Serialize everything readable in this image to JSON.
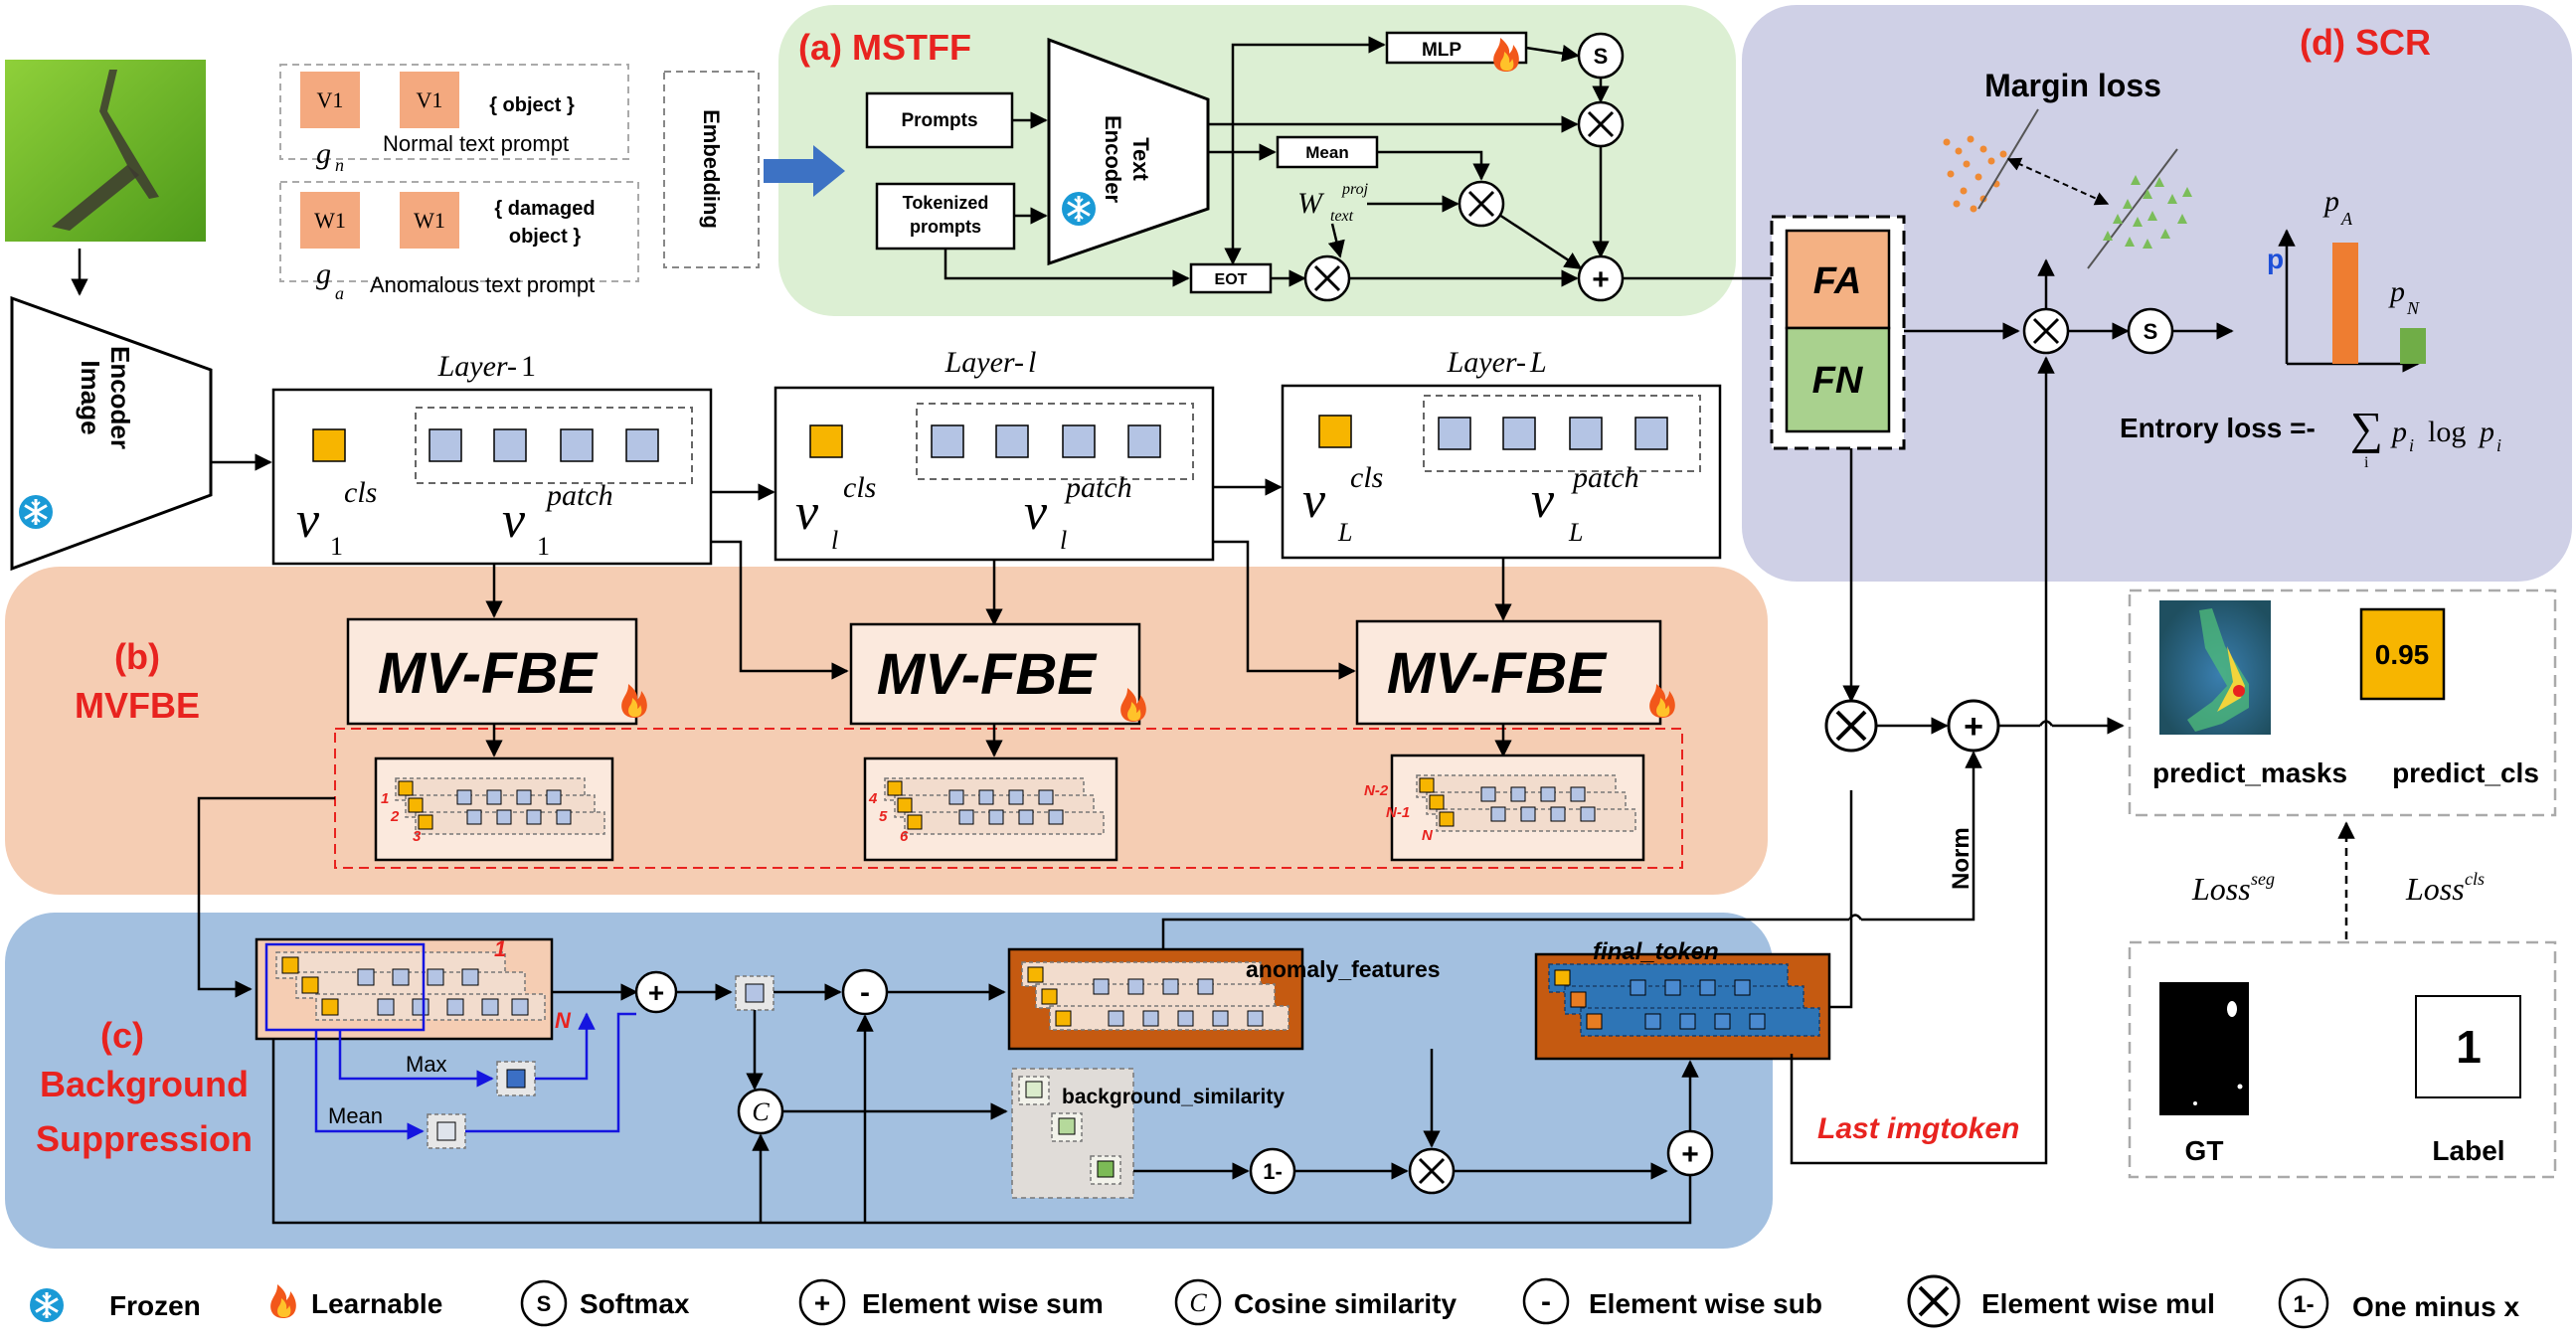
{
  "mstff": {
    "title": "(a) MSTFF",
    "prompts": "Prompts",
    "tokenized_1": "Tokenized",
    "tokenized_2": "prompts",
    "text_encoder_1": "Text",
    "text_encoder_2": "Encoder",
    "mlp": "MLP",
    "mean": "Mean",
    "eot": "EOT",
    "w": "W",
    "w_sup": "proj",
    "w_sub": "text"
  },
  "prompts": {
    "v1": "V1",
    "w1": "W1",
    "object": "{ object }",
    "damaged_1": "{ damaged",
    "damaged_2": "object }",
    "gn": "g",
    "gn_sub": "n",
    "ga": "g",
    "ga_sub": "a",
    "normal": "Normal text prompt",
    "anomalous": "Anomalous text prompt",
    "embedding": "Embedding"
  },
  "image_encoder": {
    "line1": "Image",
    "line2": "Encoder"
  },
  "layers": [
    {
      "title_a": "Layer-",
      "title_b": "1",
      "cls_sub": "1",
      "patch_sub": "1"
    },
    {
      "title_a": "Layer-",
      "title_b": "l",
      "cls_sub": "l",
      "patch_sub": "l"
    },
    {
      "title_a": "Layer-",
      "title_b": "L",
      "cls_sub": "L",
      "patch_sub": "L"
    }
  ],
  "layer_sym": {
    "v": "v",
    "cls": "cls",
    "patch": "patch"
  },
  "mvfbe": {
    "title_1": "(b)",
    "title_2": "MVFBE",
    "block": "MV-FBE",
    "idx1": [
      "1",
      "2",
      "3"
    ],
    "idx2": [
      "4",
      "5",
      "6"
    ],
    "idx3": [
      "N-2",
      "N-1",
      "N"
    ]
  },
  "bg": {
    "title_1": "(c)",
    "title_2": "Background",
    "title_3": "Suppression",
    "n1": "1",
    "nN": "N",
    "max": "Max",
    "mean": "Mean",
    "anomaly": "anomaly_features",
    "bgsim": "background_similarity",
    "final": "final_token",
    "last": "Last imgtoken",
    "norm": "Norm"
  },
  "scr": {
    "title": "(d) SCR",
    "margin": "Margin loss",
    "fa": "FA",
    "fn": "FN",
    "p": "p",
    "pA": "p",
    "pA_sub": "A",
    "pN": "p",
    "pN_sub": "N",
    "entropy": "Entrory loss =-",
    "formula_p": "p",
    "formula_i": "i",
    "formula_log": "log",
    "sum_i": "i"
  },
  "outputs": {
    "score": "0.95",
    "predict_masks": "predict_masks",
    "predict_cls": "predict_cls",
    "loss_seg": "Loss",
    "loss_seg_sup": "seg",
    "loss_cls": "Loss",
    "loss_cls_sup": "cls",
    "gt": "GT",
    "label_value": "1",
    "label": "Label"
  },
  "ops": {
    "s": "S",
    "c": "C",
    "minus": "-",
    "plus": "+",
    "one_minus": "1-"
  },
  "legend": [
    {
      "icon": "snowflake-icon",
      "label": "Frozen"
    },
    {
      "icon": "flame-icon",
      "label": "Learnable"
    },
    {
      "icon": "softmax-icon",
      "symbol": "S",
      "label": "Softmax"
    },
    {
      "icon": "sum-icon",
      "symbol": "+",
      "label": "Element wise sum"
    },
    {
      "icon": "cosine-icon",
      "symbol": "C",
      "label": "Cosine similarity"
    },
    {
      "icon": "sub-icon",
      "symbol": "-",
      "label": "Element wise sub"
    },
    {
      "icon": "mul-icon",
      "label": "Element wise mul"
    },
    {
      "icon": "one-minus-icon",
      "symbol": "1-",
      "label": "One minus x"
    }
  ],
  "colors": {
    "mstff_bg": "#dcefd3",
    "mvfbe_bg": "#f5cdb3",
    "bg_suppress": "#a3c0e0",
    "scr_bg": "#cfd0e6",
    "title_red": "#e8231f",
    "cls_token": "#f7b500",
    "patch_token": "#b4c4e4",
    "fa": "#f4b183",
    "fn": "#a9d18e",
    "score": "#f7b500"
  }
}
